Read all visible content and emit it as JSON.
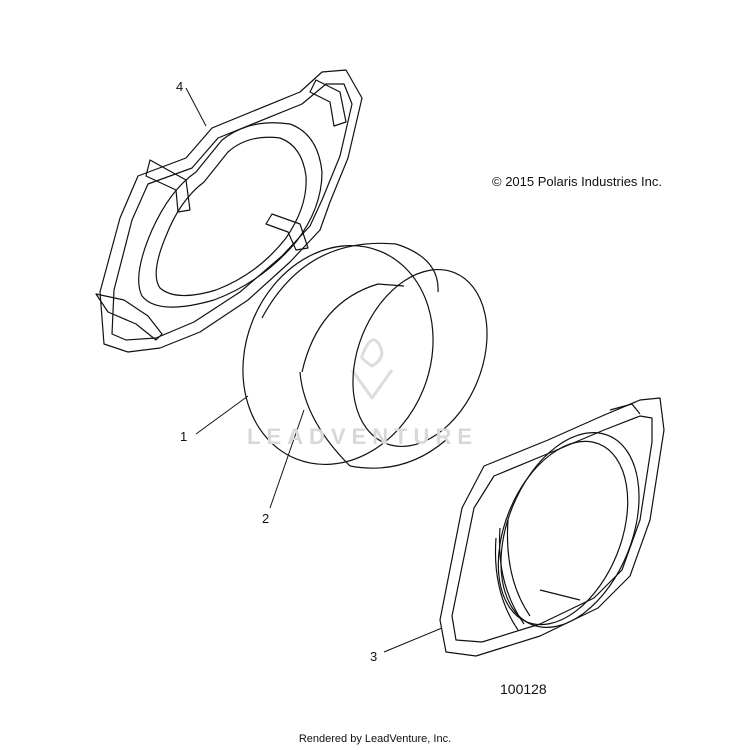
{
  "callouts": {
    "part_1": "1",
    "part_2": "2",
    "part_3": "3",
    "part_4": "4"
  },
  "copyright": "© 2015 Polaris Industries Inc.",
  "figure_number": "100128",
  "rendered_by": "Rendered by LeadVenture, Inc.",
  "watermark": "LEADVENTURE",
  "colors": {
    "line": "#111111",
    "watermark": "#d8d8d8"
  }
}
